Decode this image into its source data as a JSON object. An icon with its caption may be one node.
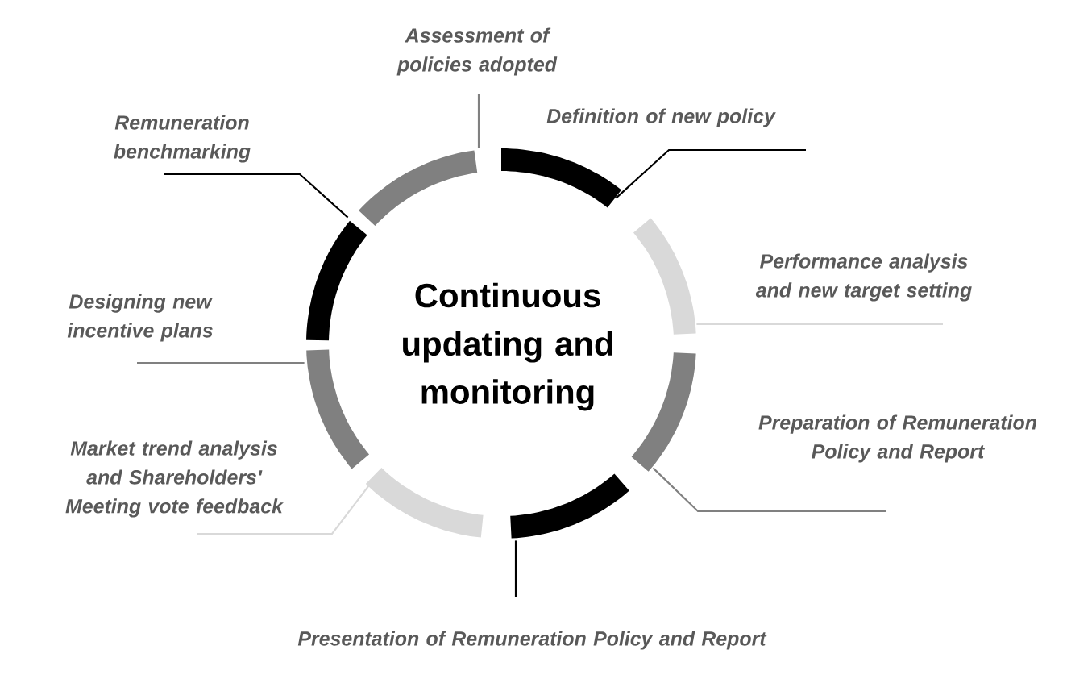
{
  "diagram": {
    "nodes": [
      {
        "text": [
          "Assessment of policies adopted"
        ]
      },
      {
        "text": [
          "Definition of new policy"
        ]
      },
      {
        "text": [
          "Remuneration benchmarking"
        ]
      },
      {
        "text": [
          "Performance analysis and new target setting"
        ]
      },
      {
        "text": [
          "Designing new incentive plans"
        ]
      },
      {
        "text": [
          "Preparation of Remuneration Policy and Report"
        ]
      },
      {
        "text": [
          "Market trend analysis and Shareholders' Meeting vote feedback"
        ]
      },
      {
        "text": [
          "Presentation of Remuneration Policy and Report"
        ]
      },
      {
        "text": [],
        "shape": "arc"
      },
      {
        "text": [],
        "shape": "arc"
      },
      {
        "text": [],
        "shape": "arc"
      },
      {
        "text": [],
        "shape": "arc"
      },
      {
        "text": [],
        "shape": "arc"
      },
      {
        "text": [],
        "shape": "arc"
      },
      {
        "text": [],
        "shape": "arc"
      },
      {
        "text": [],
        "shape": "arc"
      }
    ],
    "edges": [
      {
        "from": 0,
        "to": 8,
        "arrow": "none",
        "color": "#808080"
      },
      {
        "from": 1,
        "to": 9,
        "arrow": "none",
        "color": "#000000"
      },
      {
        "from": 2,
        "to": 10,
        "arrow": "none",
        "color": "#000000"
      },
      {
        "from": 3,
        "to": 11,
        "arrow": "none",
        "color": "#d9d9d9"
      },
      {
        "from": 4,
        "to": 12,
        "arrow": "none",
        "color": "#808080"
      },
      {
        "from": 5,
        "to": 13,
        "arrow": "none",
        "color": "#808080"
      },
      {
        "from": 6,
        "to": 14,
        "arrow": "none",
        "color": "#d9d9d9"
      },
      {
        "from": 7,
        "to": 15,
        "arrow": "none",
        "color": "#000000"
      }
    ],
    "labels": [
      "Continuous updating and monitoring"
    ]
  }
}
